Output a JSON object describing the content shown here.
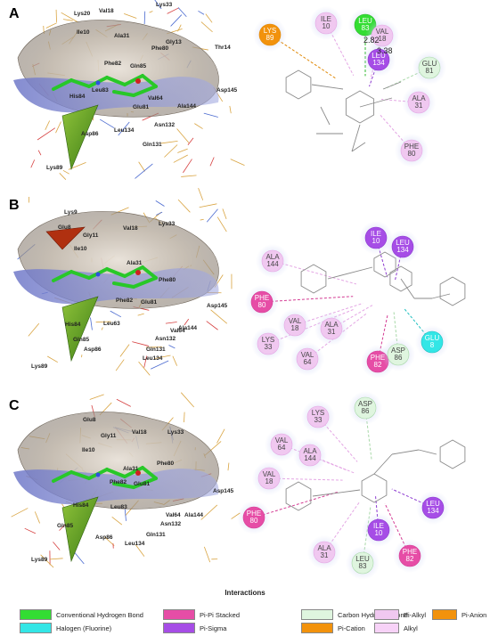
{
  "panels": [
    {
      "letter": "A",
      "residues_3d": [
        "Lys20",
        "Val18",
        "Lys33",
        "Ile10",
        "Ala31",
        "Gly13",
        "Phe80",
        "Thr14",
        "Phe82",
        "Gln85",
        "His84",
        "Leu83",
        "Val64",
        "Asp145",
        "Ala144",
        "Glu81",
        "Asp86",
        "Leu134",
        "Asn132",
        "Gln131",
        "Lys89"
      ],
      "nodes": [
        {
          "id": "lys89",
          "lines": [
            "LYS",
            "89"
          ],
          "type": "pi_cation"
        },
        {
          "id": "ile10",
          "lines": [
            "ILE",
            "10"
          ],
          "type": "pi_alkyl"
        },
        {
          "id": "leu83",
          "lines": [
            "LEU",
            "83"
          ],
          "type": "conventional_h"
        },
        {
          "id": "val18",
          "lines": [
            "VAL",
            "18"
          ],
          "type": "pi_alkyl"
        },
        {
          "id": "leu134",
          "lines": [
            "LEU",
            "134"
          ],
          "type": "pi_sigma"
        },
        {
          "id": "glu81",
          "lines": [
            "GLU",
            "81"
          ],
          "type": "carbon_h"
        },
        {
          "id": "ala31",
          "lines": [
            "ALA",
            "31"
          ],
          "type": "pi_alkyl"
        },
        {
          "id": "phe80",
          "lines": [
            "PHE",
            "80"
          ],
          "type": "pi_alkyl"
        }
      ],
      "distances": [
        "2.82",
        "3.38"
      ]
    },
    {
      "letter": "B",
      "residues_3d": [
        "Lys9",
        "Glu8",
        "Gly11",
        "Ile10",
        "Val18",
        "Lys33",
        "Ala31",
        "Phe80",
        "Phe82",
        "Glu81",
        "Leu63",
        "Asp145",
        "Val64",
        "Ala144",
        "Asn132",
        "Gln131",
        "Leu134",
        "Lys89",
        "Asp86",
        "His84",
        "Gln85"
      ],
      "nodes": [
        {
          "id": "ile10",
          "lines": [
            "ILE",
            "10"
          ],
          "type": "pi_sigma"
        },
        {
          "id": "leu134",
          "lines": [
            "LEU",
            "134"
          ],
          "type": "pi_sigma"
        },
        {
          "id": "ala144",
          "lines": [
            "ALA",
            "144"
          ],
          "type": "pi_alkyl"
        },
        {
          "id": "phe80",
          "lines": [
            "PHE",
            "80"
          ],
          "type": "pi_pi"
        },
        {
          "id": "val18",
          "lines": [
            "VAL",
            "18"
          ],
          "type": "pi_alkyl"
        },
        {
          "id": "ala31",
          "lines": [
            "ALA",
            "31"
          ],
          "type": "pi_alkyl"
        },
        {
          "id": "lys33",
          "lines": [
            "LYS",
            "33"
          ],
          "type": "pi_alkyl"
        },
        {
          "id": "val64",
          "lines": [
            "VAL",
            "64"
          ],
          "type": "pi_alkyl"
        },
        {
          "id": "phe82",
          "lines": [
            "PHE",
            "82"
          ],
          "type": "pi_pi"
        },
        {
          "id": "asp86",
          "lines": [
            "ASP",
            "86"
          ],
          "type": "carbon_h"
        },
        {
          "id": "glu8",
          "lines": [
            "GLU",
            "8"
          ],
          "type": "halogen"
        }
      ]
    },
    {
      "letter": "C",
      "residues_3d": [
        "Glu8",
        "Gly11",
        "Val18",
        "Lys33",
        "Ile10",
        "Ala31",
        "Phe80",
        "Phe82",
        "Glu81",
        "Asp145",
        "His84",
        "Leu83",
        "Val64",
        "Ala144",
        "Asn132",
        "Gln131",
        "Leu134",
        "Asp86",
        "Gln85",
        "Lys89"
      ],
      "nodes": [
        {
          "id": "asp86",
          "lines": [
            "ASP",
            "86"
          ],
          "type": "carbon_h"
        },
        {
          "id": "lys33",
          "lines": [
            "LYS",
            "33"
          ],
          "type": "pi_alkyl"
        },
        {
          "id": "val64",
          "lines": [
            "VAL",
            "64"
          ],
          "type": "pi_alkyl"
        },
        {
          "id": "ala144",
          "lines": [
            "ALA",
            "144"
          ],
          "type": "pi_alkyl"
        },
        {
          "id": "val18",
          "lines": [
            "VAL",
            "18"
          ],
          "type": "pi_alkyl"
        },
        {
          "id": "phe80",
          "lines": [
            "PHE",
            "80"
          ],
          "type": "pi_pi"
        },
        {
          "id": "leu134",
          "lines": [
            "LEU",
            "134"
          ],
          "type": "pi_sigma"
        },
        {
          "id": "ile10",
          "lines": [
            "ILE",
            "10"
          ],
          "type": "pi_sigma"
        },
        {
          "id": "phe82",
          "lines": [
            "PHE",
            "82"
          ],
          "type": "pi_pi"
        },
        {
          "id": "ala31",
          "lines": [
            "ALA",
            "31"
          ],
          "type": "pi_alkyl"
        },
        {
          "id": "leu83",
          "lines": [
            "LEU",
            "83"
          ],
          "type": "carbon_h"
        }
      ]
    }
  ],
  "legend": {
    "title": "Interactions",
    "items": [
      {
        "key": "conventional_h",
        "label": "Conventional Hydrogen Bond",
        "color": "#33dd33"
      },
      {
        "key": "halogen",
        "label": "Halogen (Fluorine)",
        "color": "#33e6e6"
      },
      {
        "key": "pi_pi",
        "label": "Pi-Pi Stacked",
        "color": "#e64da6"
      },
      {
        "key": "pi_sigma",
        "label": "Pi-Sigma",
        "color": "#a64de6"
      },
      {
        "key": "carbon_h",
        "label": "Carbon Hydrogen Bond",
        "color": "#dff5df"
      },
      {
        "key": "pi_cation",
        "label": "Pi-Cation",
        "color": "#f2920c"
      },
      {
        "key": "pi_alkyl",
        "label": "Pi-Alkyl",
        "color": "#f0c8f0"
      },
      {
        "key": "alkyl",
        "label": "Alkyl",
        "color": "#f7d2f7"
      },
      {
        "key": "pi_anion",
        "label": "Pi-Anion",
        "color": "#f2920c"
      }
    ]
  }
}
